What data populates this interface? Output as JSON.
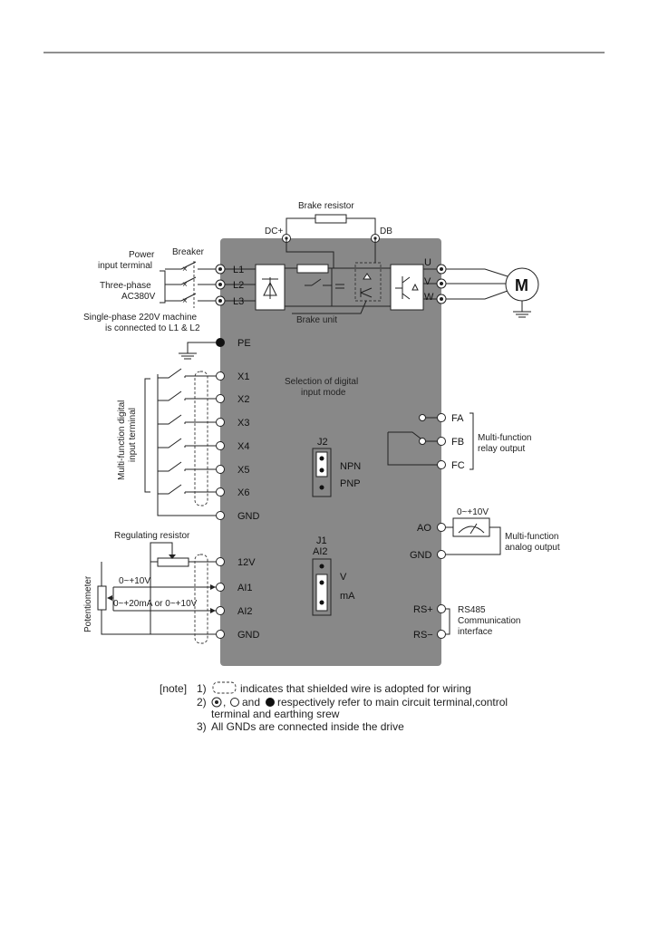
{
  "labels": {
    "brake_resistor": "Brake resistor",
    "dc_plus": "DC+",
    "db": "DB",
    "power_input_terminal_1": "Power",
    "power_input_terminal_2": "input terminal",
    "breaker": "Breaker",
    "three_phase_1": "Three-phase",
    "three_phase_2": "AC380V",
    "single_phase_1": "Single-phase 220V machine",
    "single_phase_2": "is connected to L1 & L2",
    "brake_unit": "Brake unit",
    "selection_1": "Selection of digital",
    "selection_2": "input mode",
    "mf_digital_1": "Multi-function digital",
    "mf_digital_2": "input terminal",
    "relay_1": "Multi-function",
    "relay_2": "relay output",
    "analog_range": "0~+10V",
    "analog_1": "Multi-function",
    "analog_2": "analog output",
    "regulating_resistor": "Regulating resistor",
    "potentiometer": "Potentiometer",
    "range_10v": "0~+10V",
    "range_ma": "0~+20mA  or  0~+10V",
    "rs485_1": "RS485",
    "rs485_2": "Communication",
    "rs485_3": "interface",
    "motor": "M",
    "j2": "J2",
    "npn": "NPN",
    "pnp": "PNP",
    "j1": "J1",
    "j1_sub": "AI2",
    "v": "V",
    "ma": "mA"
  },
  "terminals": {
    "L1": "L1",
    "L2": "L2",
    "L3": "L3",
    "PE": "PE",
    "X1": "X1",
    "X2": "X2",
    "X3": "X3",
    "X4": "X4",
    "X5": "X5",
    "X6": "X6",
    "GND1": "GND",
    "V12": "12V",
    "AI1": "AI1",
    "AI2": "AI2",
    "GND2": "GND",
    "U": "U",
    "V": "V",
    "W": "W",
    "FA": "FA",
    "FB": "FB",
    "FC": "FC",
    "AO": "AO",
    "GND3": "GND",
    "RSP": "RS+",
    "RSN": "RS−"
  },
  "notes": {
    "prefix": "[note]",
    "n1_num": "1)",
    "n1_text": "indicates that shielded wire is adopted for wiring",
    "n2_num": "2)",
    "n2_sep": ",",
    "n2_and": "and",
    "n2_text": "respectively refer to main circuit terminal,control",
    "n2_text_2": "terminal and earthing srew",
    "n3_num": "3)",
    "n3_text": "All GNDs are connected inside the drive"
  },
  "colors": {
    "drive_body": "#888888",
    "line": "#222222"
  }
}
